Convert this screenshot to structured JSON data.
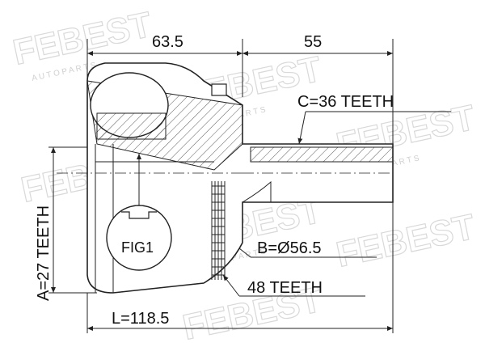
{
  "dimensions": {
    "top_left": "63.5",
    "top_right": "55",
    "shaft_teeth": "C=36 TEETH",
    "abs_ring_diameter": "B=Ø56.5",
    "abs_ring_teeth": "48 TEETH",
    "length": "L=118.5",
    "inner_teeth": "A=27 TEETH",
    "figure_label": "FIG1"
  },
  "watermark": {
    "brand": "FEBEST",
    "sub": "A U T O   P A R T S"
  },
  "colors": {
    "line": "#222222",
    "watermark": "#d9d9d9"
  }
}
